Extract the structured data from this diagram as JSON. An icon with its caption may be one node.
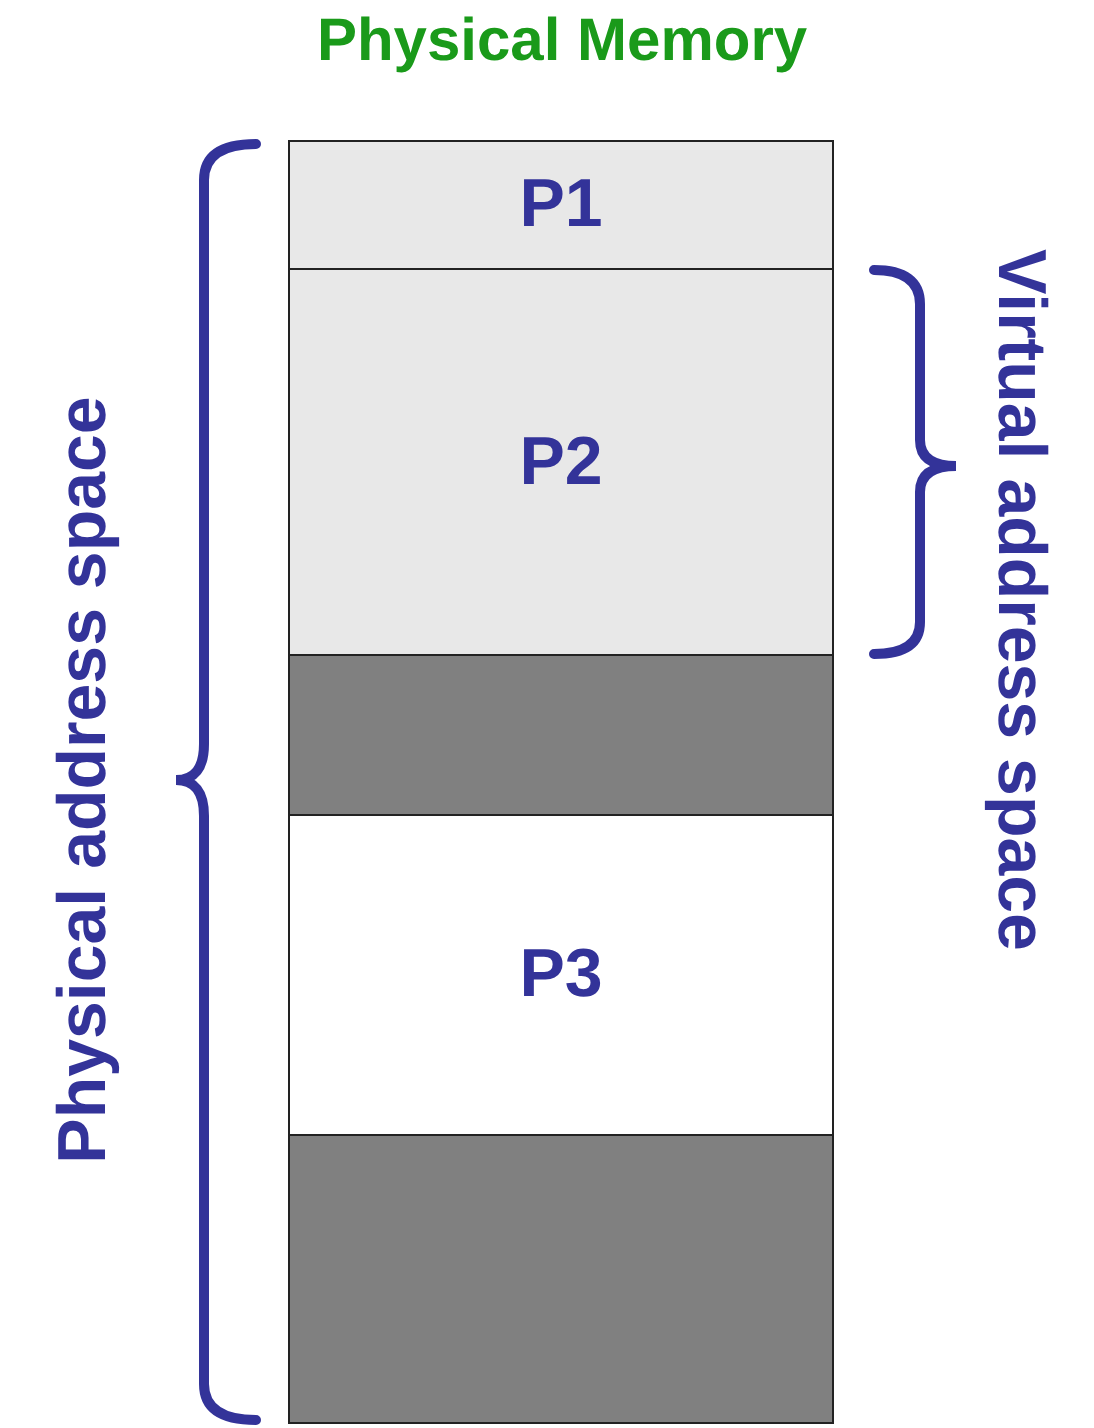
{
  "diagram": {
    "title": "Physical Memory",
    "nodes": [
      {
        "text": [
          "P1"
        ]
      },
      {
        "text": [
          "P2"
        ]
      },
      {
        "text": [],
        "shape": "box"
      },
      {
        "text": [
          "P3"
        ]
      },
      {
        "text": [],
        "shape": "box"
      }
    ],
    "labels": [
      "Physical address space",
      "Virtual address space"
    ]
  }
}
